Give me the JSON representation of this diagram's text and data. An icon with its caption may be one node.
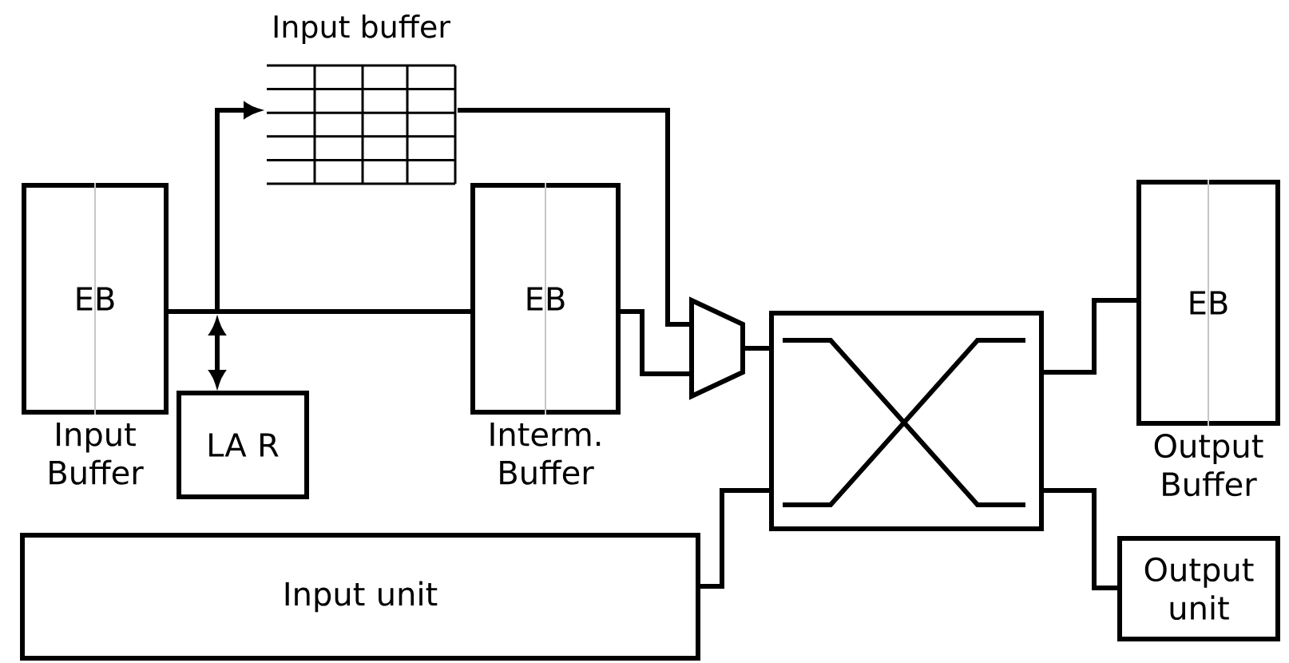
{
  "diagram": {
    "nodes": [
      {
        "text": [
          "EB",
          "Input Buffer"
        ]
      },
      {
        "text": [
          "Input buffer"
        ]
      },
      {
        "text": [
          "EB",
          "Interm. Buffer"
        ]
      },
      {
        "text": [
          "LA R"
        ]
      },
      {
        "text": [],
        "shape": "trapezoid"
      },
      {
        "text": [],
        "shape": "box"
      },
      {
        "text": [
          "EB",
          "Output Buffer"
        ]
      },
      {
        "text": [
          "Input unit"
        ]
      },
      {
        "text": [
          "Output unit"
        ]
      }
    ],
    "edges": [
      {
        "from": 0,
        "to": 2,
        "arrow": "none"
      },
      {
        "from": null,
        "to": 3,
        "arrow": "both"
      },
      {
        "from": 0,
        "to": 1,
        "arrow": "to"
      },
      {
        "from": 1,
        "to": 4,
        "arrow": "none"
      },
      {
        "from": 2,
        "to": 4,
        "arrow": "none"
      },
      {
        "from": 4,
        "to": 5,
        "arrow": "none"
      },
      {
        "from": 5,
        "to": 6,
        "arrow": "none"
      },
      {
        "from": 7,
        "to": 5,
        "arrow": "none"
      },
      {
        "from": 5,
        "to": 8,
        "arrow": "none"
      }
    ]
  }
}
